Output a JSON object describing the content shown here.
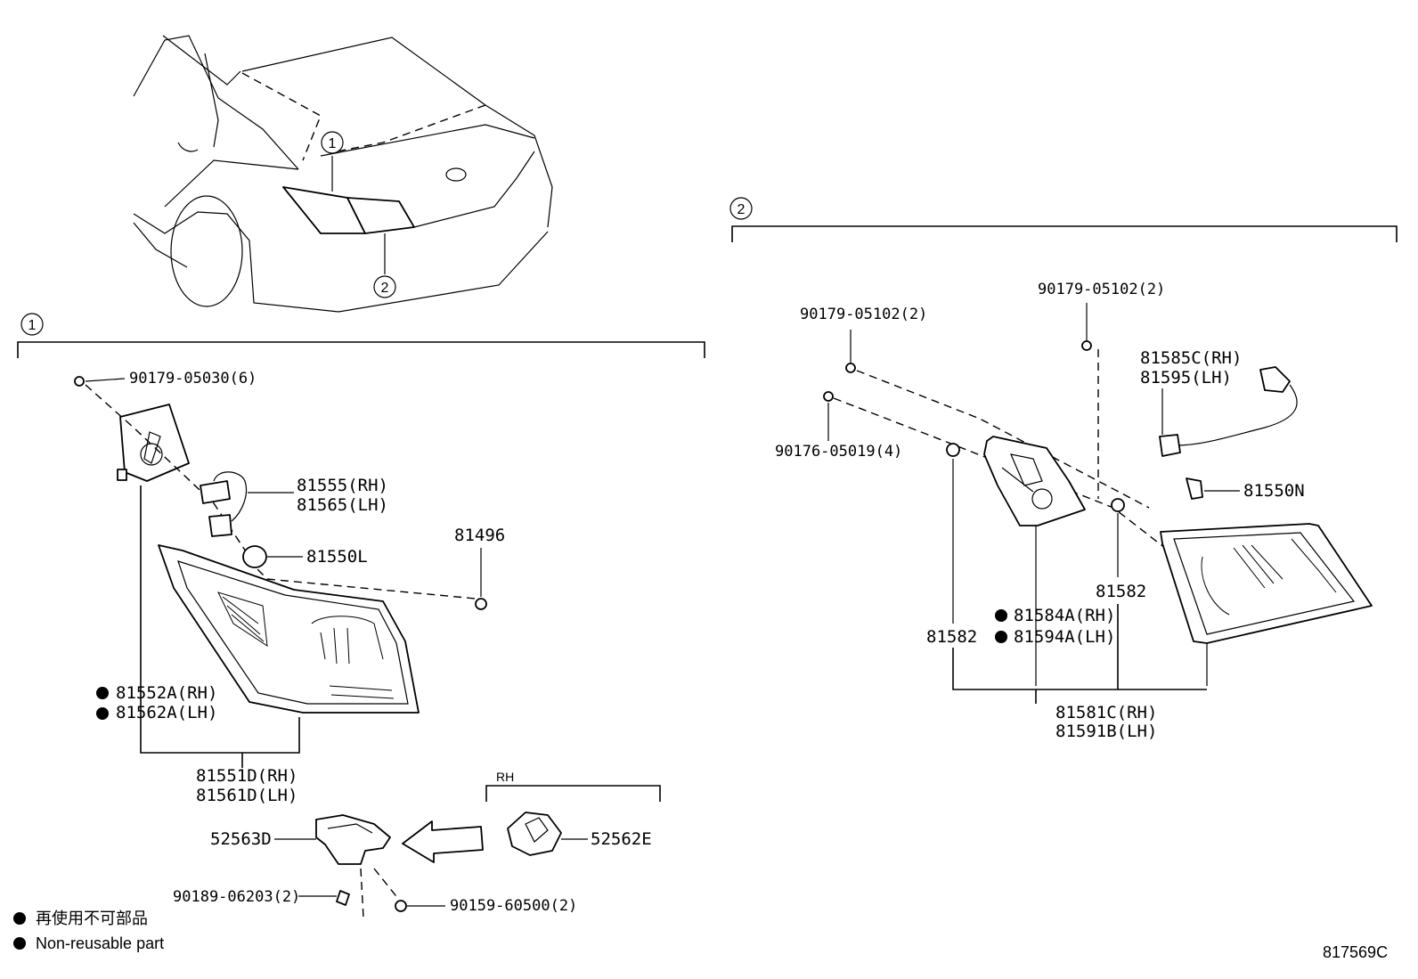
{
  "callouts": {
    "c1": "1",
    "c2": "2",
    "section1": "1",
    "section2": "2"
  },
  "section1_labels": {
    "nut_90179_05030": "90179-05030(6)",
    "socket_rh": "81555(RH)",
    "socket_lh": "81565(LH)",
    "bulb_81550l": "81550L",
    "clip_81496": "81496",
    "lens_rh": "81552A(RH)",
    "lens_lh": "81562A(LH)",
    "assy_rh": "81551D(RH)",
    "assy_lh": "81561D(LH)",
    "bracket_52563d": "52563D",
    "rh_tag": "RH",
    "bracket_52562e": "52562E",
    "bolt_90189": "90189-06203(2)",
    "screw_90159": "90159-60500(2)"
  },
  "section2_labels": {
    "nut_left": "90179-05102(2)",
    "nut_top": "90179-05102(2)",
    "screw_90176": "90176-05019(4)",
    "socket_rh": "81585C(RH)",
    "socket_lh": "81595(LH)",
    "bulb_81550n": "81550N",
    "gasket_right": "81582",
    "gasket_left": "81582",
    "lens_rh": "81584A(RH)",
    "lens_lh": "81594A(LH)",
    "assy_rh": "81581C(RH)",
    "assy_lh": "81591B(LH)"
  },
  "legend": {
    "jp": "再使用不可部品",
    "en": "Non-reusable part"
  },
  "figure_code": "817569C"
}
